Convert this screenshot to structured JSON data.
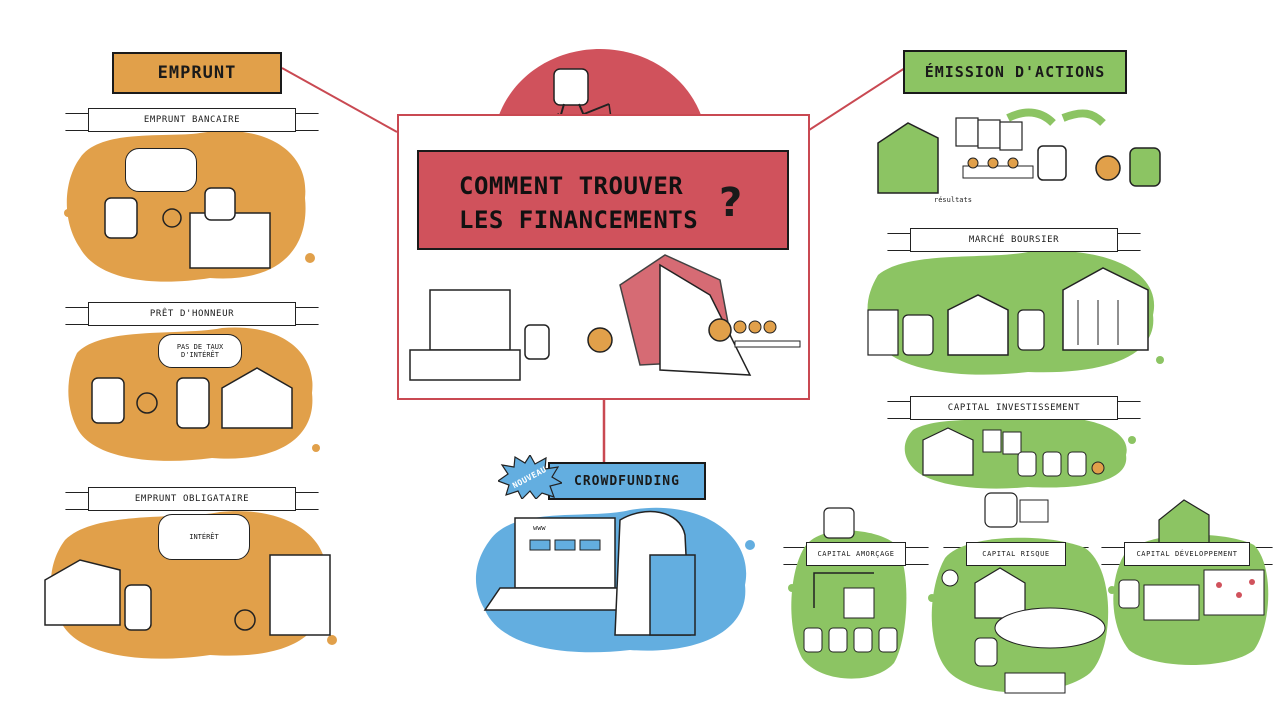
{
  "center": {
    "title_line1": "COMMENT TROUVER",
    "title_line2": "LES FINANCEMENTS",
    "question_mark": "?"
  },
  "emprunt": {
    "title": "EMPRUNT",
    "sections": [
      {
        "label": "EMPRUNT BANCAIRE",
        "bubble_text": ""
      },
      {
        "label": "PRÊT D'HONNEUR",
        "bubble_text": "PAS DE TAUX D'INTÉRÊT"
      },
      {
        "label": "EMPRUNT OBLIGATAIRE",
        "bubble_text": "INTÉRÊT"
      }
    ]
  },
  "emission": {
    "title": "ÉMISSION D'ACTIONS",
    "top_caption": "résultats",
    "sections": [
      {
        "label": "MARCHÉ BOURSIER"
      },
      {
        "label": "CAPITAL INVESTISSEMENT"
      }
    ],
    "sub_sections": [
      {
        "label": "CAPITAL AMORÇAGE"
      },
      {
        "label": "CAPITAL RISQUE"
      },
      {
        "label": "CAPITAL DÉVELOPPEMENT"
      }
    ]
  },
  "crowdfunding": {
    "title": "CROWDFUNDING",
    "badge": "NOUVEAU",
    "screen_label": "www"
  },
  "colors": {
    "orange": "#e1a04a",
    "green": "#8cc463",
    "blue": "#63aee0",
    "red": "#d0525c",
    "line": "#c94952"
  }
}
